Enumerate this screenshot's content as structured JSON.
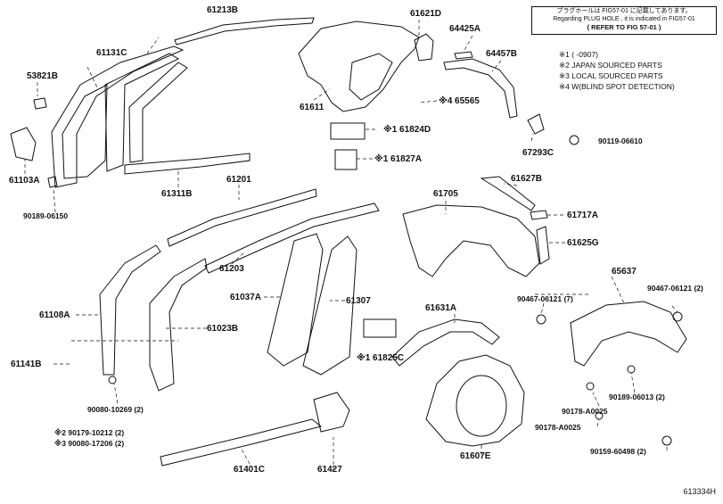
{
  "note": {
    "line1": "プラグホールは FIG57-01 に記載してあります。",
    "line2": "Regarding PLUG HOLE , it is indicated in FIG57-01",
    "line3": "( REFER TO FIG 57-01 )"
  },
  "legend": [
    "※1 (        -0907)",
    "※2 JAPAN SOURCED PARTS",
    "※3 LOCAL SOURCED PARTS",
    "※4 W(BLIND SPOT DETECTION)"
  ],
  "labels": {
    "p61213B": "61213B",
    "p61131C": "61131C",
    "p53821B": "53821B",
    "p61103A": "61103A",
    "p90189_06150": "90189-06150",
    "p61311B": "61311B",
    "p61611": "61611",
    "p61621D": "61621D",
    "p64425A": "64425A",
    "p64457B": "64457B",
    "p65565": "※4 65565",
    "p61824D": "※1 61824D",
    "p61827A": "※1 61827A",
    "p67293C": "67293C",
    "p90119_06610": "90119-06610",
    "p61201": "61201",
    "p61705": "61705",
    "p61627B": "61627B",
    "p61717A": "61717A",
    "p61625G": "61625G",
    "p61203": "61203",
    "p61108A": "61108A",
    "p61023B": "61023B",
    "p61037A": "61037A",
    "p61307": "61307",
    "p65637": "65637",
    "p90467_06121a": "90467-06121 (7)",
    "p90467_06121b": "90467-06121 (2)",
    "p61631A": "61631A",
    "p61825C": "※1 61825C",
    "p61141B": "61141B",
    "p90080_10269": "90080-10269 (2)",
    "p90179": "※2 90179-10212 (2)",
    "p90080_17206": "※3 90080-17206 (2)",
    "p90178a": "90178-A0025",
    "p90189_06013": "90189-06013 (2)",
    "p90178b": "90178-A0025",
    "p90159": "90159-60498 (2)",
    "p61427": "61427",
    "p61607E": "61607E",
    "p61401C": "61401C"
  },
  "figure_code": "613334H"
}
